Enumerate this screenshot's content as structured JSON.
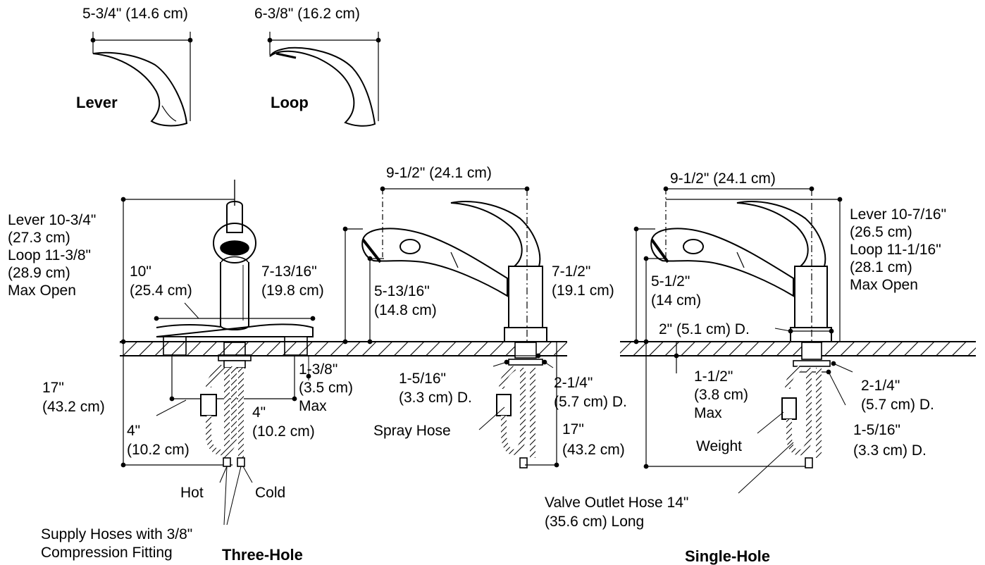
{
  "handles": {
    "lever_width": "5-3/4\" (14.6 cm)",
    "loop_width": "6-3/8\" (16.2 cm)",
    "lever_title": "Lever",
    "loop_title": "Loop"
  },
  "three_hole": {
    "height": [
      "Lever 10-3/4\"",
      "(27.3 cm)",
      "Loop 11-3/8\"",
      "(28.9 cm)",
      "Max Open"
    ],
    "plate": [
      "10\"",
      "(25.4 cm)"
    ],
    "spout_height": [
      "7-13/16\"",
      "(19.8 cm)"
    ],
    "below_depth": [
      "17\"",
      "(43.2 cm)"
    ],
    "hose_left": [
      "4\"",
      "(10.2 cm)"
    ],
    "hose_right": [
      "4\"",
      "(10.2 cm)"
    ],
    "deck_max": [
      "1-3/8\"",
      "(3.5 cm)",
      "Max"
    ],
    "hot": "Hot",
    "cold": "Cold",
    "supply": [
      "Supply Hoses with 3/8\"",
      "Compression Fitting"
    ],
    "title": "Three-Hole"
  },
  "pullout": {
    "reach": "9-1/2\" (24.1 cm)",
    "aerator_height": [
      "5-13/16\"",
      "(14.8 cm)"
    ],
    "body_height": [
      "7-1/2\"",
      "(19.1 cm)"
    ],
    "shank": [
      "1-5/16\"",
      "(3.3 cm) D."
    ],
    "nut": [
      "2-1/4\"",
      "(5.7 cm) D."
    ],
    "spray_hose": "Spray Hose",
    "below_depth": [
      "17\"",
      "(43.2 cm)"
    ]
  },
  "single_hole": {
    "reach": "9-1/2\" (24.1 cm)",
    "height": [
      "Lever 10-7/16\"",
      "(26.5 cm)",
      "Loop 11-1/16\"",
      "(28.1 cm)",
      "Max Open"
    ],
    "aerator_height": [
      "5-1/2\"",
      "(14 cm)"
    ],
    "base": "2\" (5.1 cm) D.",
    "deck_max": [
      "1-1/2\"",
      "(3.8 cm)",
      "Max"
    ],
    "nut": [
      "2-1/4\"",
      "(5.7 cm) D."
    ],
    "shank": [
      "1-5/16\"",
      "(3.3 cm) D."
    ],
    "weight": "Weight",
    "outlet_hose": [
      "Valve Outlet Hose 14\"",
      "(35.6 cm) Long"
    ],
    "title": "Single-Hole"
  }
}
